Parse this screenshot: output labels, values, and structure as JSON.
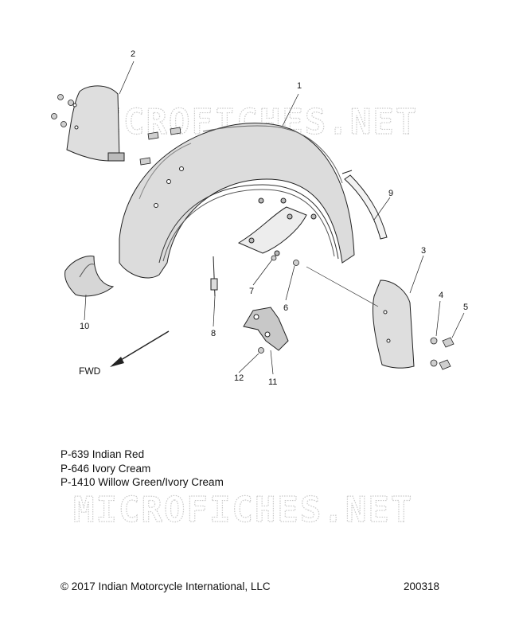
{
  "watermark": "MICROFICHES.NET",
  "direction_label": "FWD",
  "callouts": [
    {
      "id": "1",
      "label": "1"
    },
    {
      "id": "2",
      "label": "2"
    },
    {
      "id": "3",
      "label": "3"
    },
    {
      "id": "4",
      "label": "4"
    },
    {
      "id": "5",
      "label": "5"
    },
    {
      "id": "6",
      "label": "6"
    },
    {
      "id": "7",
      "label": "7"
    },
    {
      "id": "8",
      "label": "8"
    },
    {
      "id": "9",
      "label": "9"
    },
    {
      "id": "10",
      "label": "10"
    },
    {
      "id": "11",
      "label": "11"
    },
    {
      "id": "12",
      "label": "12"
    }
  ],
  "paint_notes": [
    "P-639  Indian Red",
    "P-646  Ivory Cream",
    "P-1410 Willow Green/Ivory Cream"
  ],
  "footer": {
    "copyright": "© 2017 Indian Motorcycle International, LLC",
    "diagram_id": "200318"
  },
  "colors": {
    "line": "#222222",
    "watermark": "#c9c9c9",
    "part_fill": "#e2e2e2"
  }
}
